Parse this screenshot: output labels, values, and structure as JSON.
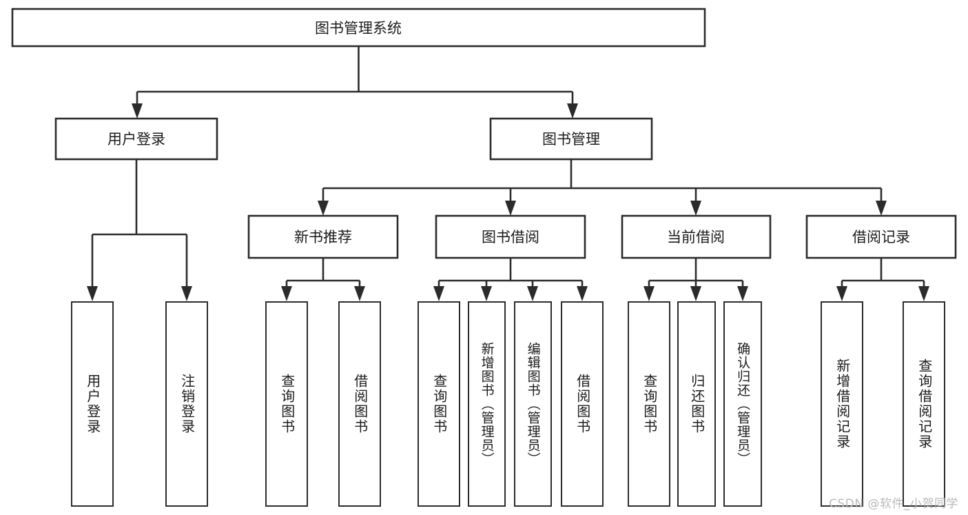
{
  "diagram": {
    "title": "图书管理系统",
    "type": "tree-hierarchy",
    "colors": {
      "stroke": "#2b2b2b",
      "box_fill": "#ffffff",
      "text": "#1b1b1b",
      "background": "#ffffff",
      "watermark": "#b9b9b9"
    },
    "root": {
      "label": "图书管理系统"
    },
    "level2": [
      {
        "label": "用户登录"
      },
      {
        "label": "图书管理"
      }
    ],
    "level3": [
      {
        "label": "新书推荐"
      },
      {
        "label": "图书借阅"
      },
      {
        "label": "当前借阅"
      },
      {
        "label": "借阅记录"
      }
    ],
    "leaves": [
      {
        "label": "用户登录",
        "parent": "用户登录"
      },
      {
        "label": "注销登录",
        "parent": "用户登录"
      },
      {
        "label": "查询图书",
        "parent": "新书推荐"
      },
      {
        "label": "借阅图书",
        "parent": "新书推荐"
      },
      {
        "label": "查询图书",
        "parent": "图书借阅"
      },
      {
        "label": "新增图书（管理员）",
        "parent": "图书借阅"
      },
      {
        "label": "编辑图书（管理员）",
        "parent": "图书借阅"
      },
      {
        "label": "借阅图书",
        "parent": "图书借阅"
      },
      {
        "label": "查询图书",
        "parent": "当前借阅"
      },
      {
        "label": "归还图书",
        "parent": "当前借阅"
      },
      {
        "label": "确认归还（管理员）",
        "parent": "当前借阅"
      },
      {
        "label": "新增借阅记录",
        "parent": "借阅记录"
      },
      {
        "label": "查询借阅记录",
        "parent": "借阅记录"
      }
    ]
  },
  "watermark": {
    "text": "CSDN @软件_小贺同学"
  }
}
